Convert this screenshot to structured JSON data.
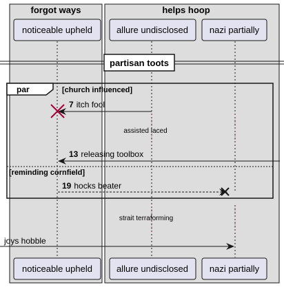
{
  "boxes": [
    {
      "title": "forgot ways"
    },
    {
      "title": "helps hoop"
    }
  ],
  "participants": [
    {
      "name": "noticeable upheld"
    },
    {
      "name": "allure undisclosed"
    },
    {
      "name": "nazi partially"
    }
  ],
  "divider": {
    "label": "partisan toots"
  },
  "fragment": {
    "operator": "par",
    "guard": "[church influenced]",
    "else_guard": "[reminding cornfield]"
  },
  "messages": [
    {
      "number": "7",
      "text": "itch fool"
    },
    {
      "number": "13",
      "text": "releasing toolbox"
    },
    {
      "number": "19",
      "text": "hocks beater"
    },
    {
      "number": "",
      "text": "joys hobble"
    }
  ],
  "delays": [
    {
      "text": "assisted laced"
    },
    {
      "text": "strait terraforming"
    }
  ],
  "colors": {
    "box_fill": "#dddddd",
    "participant_fill": "#e2e2f0",
    "participant_border": "#181818",
    "destroy_red": "#a80036",
    "line": "#181818"
  }
}
